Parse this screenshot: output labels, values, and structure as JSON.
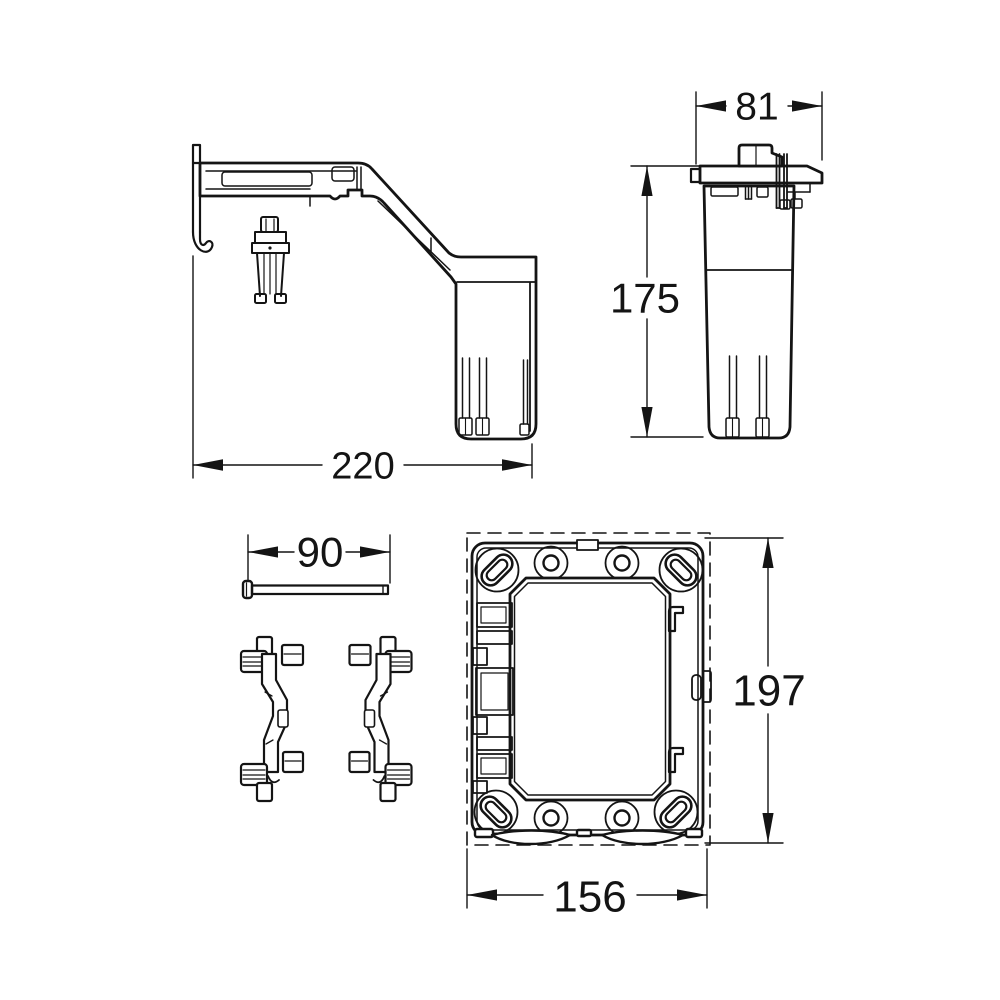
{
  "page": {
    "background_color": "#ffffff",
    "line_color": "#141414",
    "type": "technical-dimension-drawing"
  },
  "views": {
    "bracket_side": {
      "width": "220"
    },
    "bracket_front": {
      "top_width": "81",
      "height": "175"
    },
    "screw": {
      "length": "90"
    },
    "frame_front": {
      "height": "197",
      "width": "156"
    }
  }
}
